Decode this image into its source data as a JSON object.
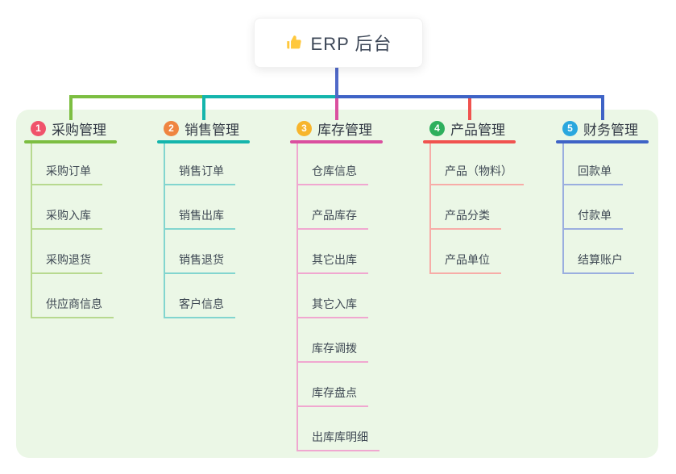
{
  "root": {
    "label": "ERP 后台",
    "icon": "thumbs-up-icon",
    "icon_color": "#FFC83D",
    "card_bg": "#ffffff",
    "text_color": "#3d4757"
  },
  "panel": {
    "bg_color": "#EBF7E6"
  },
  "connectors": {
    "root_line_color": "#5069C8"
  },
  "branches": [
    {
      "number": "1",
      "label": "采购管理",
      "badge_color": "#F0536B",
      "line_color": "#7CBE41",
      "child_line_color": "#B7D98F",
      "children": [
        "采购订单",
        "采购入库",
        "采购退货",
        "供应商信息"
      ]
    },
    {
      "number": "2",
      "label": "销售管理",
      "badge_color": "#EF8540",
      "line_color": "#14B5AC",
      "child_line_color": "#82D5CF",
      "children": [
        "销售订单",
        "销售出库",
        "销售退货",
        "客户信息"
      ]
    },
    {
      "number": "3",
      "label": "库存管理",
      "badge_color": "#F7B52C",
      "line_color": "#DA4F9F",
      "child_line_color": "#F0A7D0",
      "children": [
        "仓库信息",
        "产品库存",
        "其它出库",
        "其它入库",
        "库存调拨",
        "库存盘点",
        "出库库明细"
      ]
    },
    {
      "number": "4",
      "label": "产品管理",
      "badge_color": "#2EAF5D",
      "line_color": "#F0534F",
      "child_line_color": "#F7ACA7",
      "children": [
        "产品（物料）",
        "产品分类",
        "产品单位"
      ]
    },
    {
      "number": "5",
      "label": "财务管理",
      "badge_color": "#2AA7DE",
      "line_color": "#3E63C6",
      "child_line_color": "#9AAEDF",
      "children": [
        "回款单",
        "付款单",
        "结算账户"
      ]
    }
  ]
}
